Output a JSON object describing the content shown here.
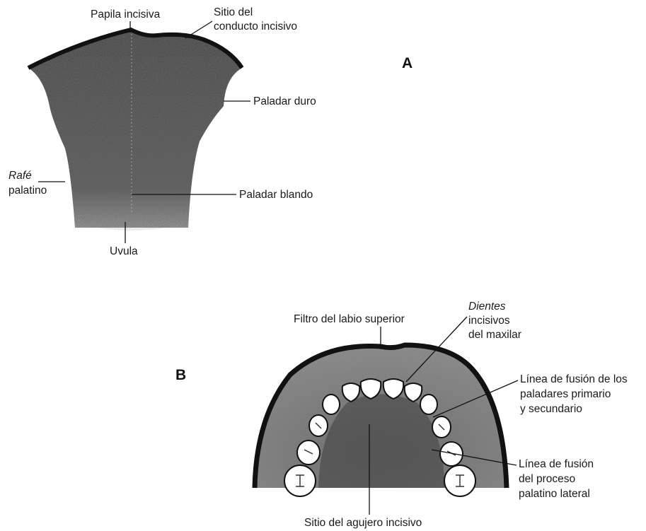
{
  "figure": {
    "panel_a": {
      "letter": "A",
      "labels": {
        "papila": "Papila incisiva",
        "sitio_conducto_1": "Sitio del",
        "sitio_conducto_2": "conducto incisivo",
        "paladar_duro": "Paladar duro",
        "rafe_1": "Rafé",
        "rafe_2": "palatino",
        "paladar_blando": "Paladar blando",
        "uvula": "Uvula"
      }
    },
    "panel_b": {
      "letter": "B",
      "labels": {
        "filtro": "Filtro del labio superior",
        "dientes_1": "Dientes",
        "dientes_2": "incisivos",
        "dientes_3": "del maxilar",
        "fusion_pp_1": "Línea de fusión de los",
        "fusion_pp_2": "paladares primario",
        "fusion_pp_3": "y secundario",
        "fusion_lat_1": "Línea de fusión",
        "fusion_lat_2": "del proceso",
        "fusion_lat_3": "palatino lateral",
        "agujero": "Sitio del agujero incisivo"
      }
    },
    "colors": {
      "tissue_dark": "#3a3a3a",
      "tissue_mid": "#6b6b6b",
      "outline": "#111111",
      "background": "#ffffff"
    }
  }
}
